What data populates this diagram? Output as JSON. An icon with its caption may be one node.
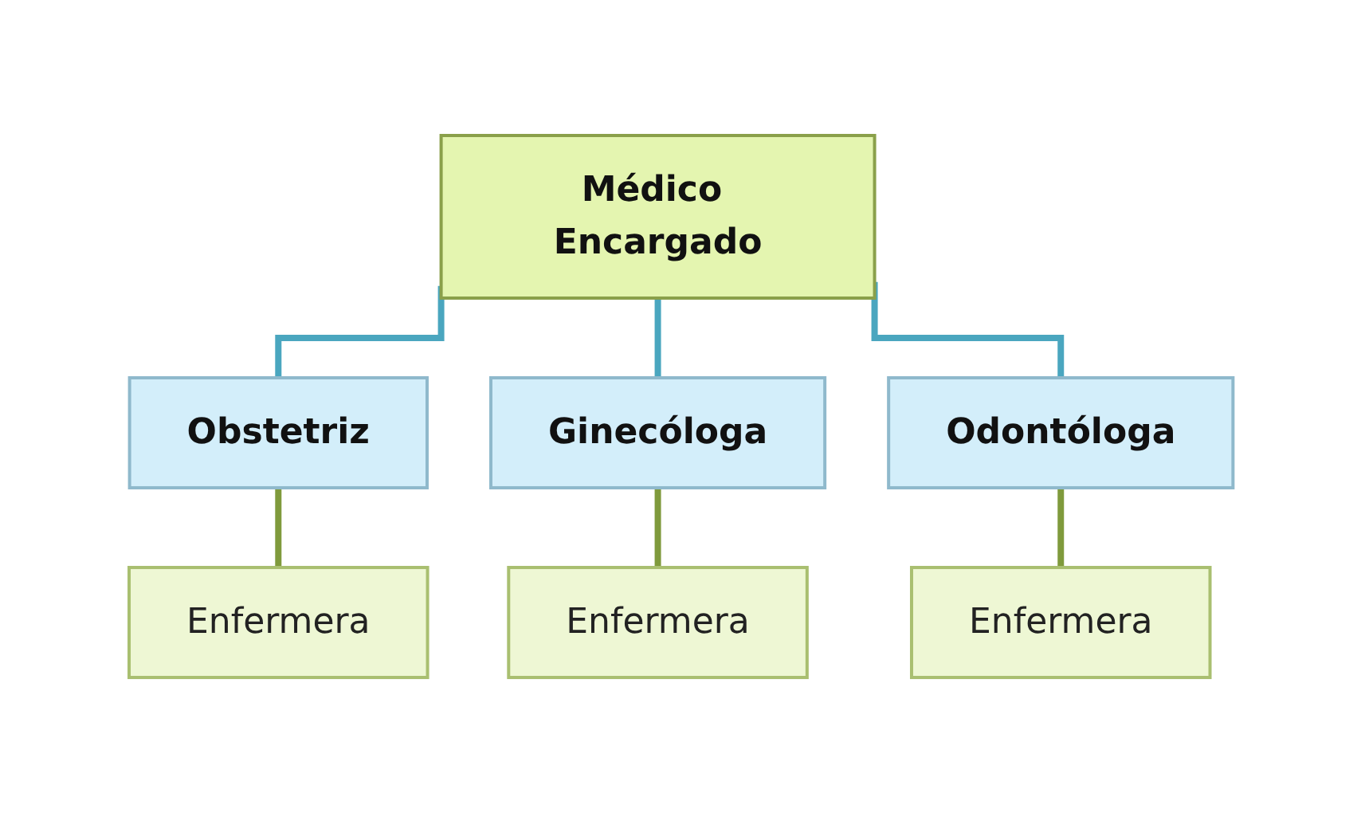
{
  "diagram": {
    "nodes": [
      {
        "text": [
          "Médico Encargado"
        ]
      },
      {
        "text": [
          "Obstetriz"
        ]
      },
      {
        "text": [
          "Ginecóloga"
        ]
      },
      {
        "text": [
          "Odontóloga"
        ]
      },
      {
        "text": [
          "Enfermera"
        ]
      },
      {
        "text": [
          "Enfermera"
        ]
      },
      {
        "text": [
          "Enfermera"
        ]
      }
    ],
    "edges": [
      {
        "from": 0,
        "to": 1,
        "arrow": "none",
        "color": "#4aa6bf"
      },
      {
        "from": 0,
        "to": 2,
        "arrow": "none",
        "color": "#4aa6bf"
      },
      {
        "from": 0,
        "to": 3,
        "arrow": "none",
        "color": "#4aa6bf"
      },
      {
        "from": 1,
        "to": 4,
        "arrow": "none",
        "color": "#7f9a3c"
      },
      {
        "from": 2,
        "to": 5,
        "arrow": "none",
        "color": "#7f9a3c"
      },
      {
        "from": 3,
        "to": 6,
        "arrow": "none",
        "color": "#7f9a3c"
      }
    ]
  }
}
